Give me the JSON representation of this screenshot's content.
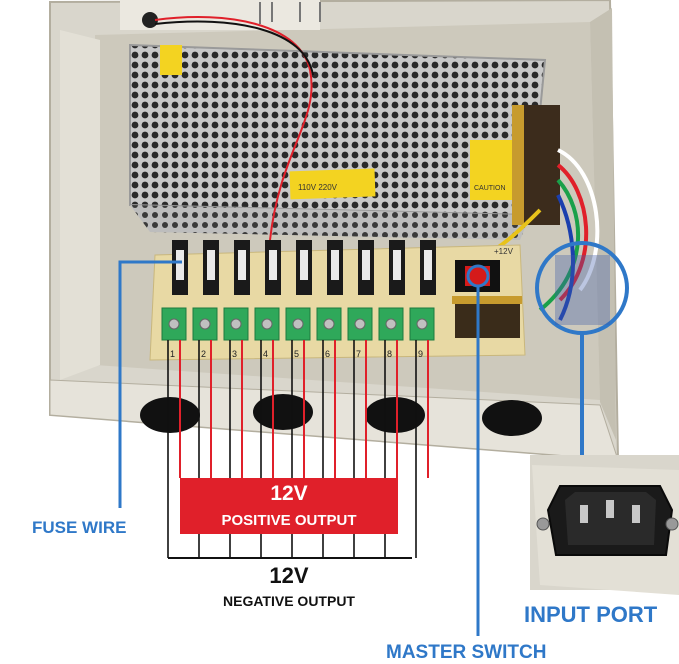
{
  "labels": {
    "fuse_wire": "FUSE WIRE",
    "positive_voltage": "12V",
    "positive_output": "POSITIVE OUTPUT",
    "negative_voltage": "12V",
    "negative_output": "NEGATIVE OUTPUT",
    "input_port": "INPUT PORT",
    "master_switch": "MASTER SWITCH",
    "transformer_caution": "CAUTION",
    "voltage_select": "110V    220V",
    "board_voltage": "+12V"
  },
  "terminals": [
    "1",
    "2",
    "3",
    "4",
    "5",
    "6",
    "7",
    "8",
    "9"
  ],
  "colors": {
    "callout_blue": "#2f78c8",
    "positive_red": "#e0202a",
    "housing_gray": "#d9d6cc",
    "terminal_green": "#2fa85a",
    "pcb_tan": "#e8d9a4"
  }
}
